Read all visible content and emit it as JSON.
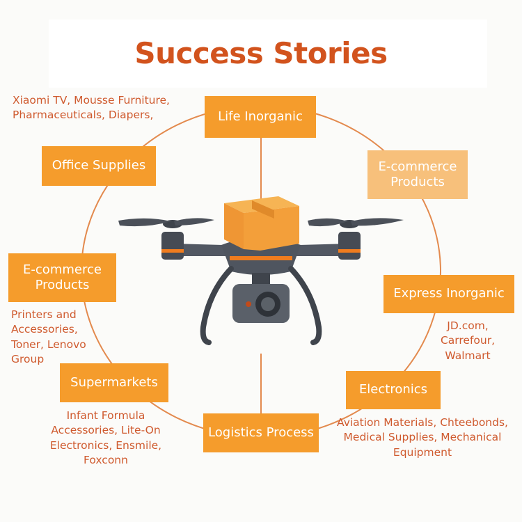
{
  "title": "Success Stories",
  "colors": {
    "title": "#d2531d",
    "box": "#f59c2c",
    "box_light": "#f7c07b",
    "ring": "#e38a4e",
    "note_text": "#cf5a2e",
    "drone_body": "#4b5059",
    "drone_accent": "#f07c1e"
  },
  "nodes": {
    "life_inorganic": "Life Inorganic",
    "office_supplies": "Office Supplies",
    "ecommerce_right": "E-commerce Products",
    "ecommerce_left": "E-commerce Products",
    "express_inorganic": "Express Inorganic",
    "supermarkets": "Supermarkets",
    "electronics": "Electronics",
    "logistics_process": "Logistics Process"
  },
  "notes": {
    "top_left": "Xiaomi TV, Mousse Furniture, Pharmaceuticals, Diapers,",
    "left_middle": "Printers and Accessories, Toner, Lenovo Group",
    "right_middle": "JD.com, Carrefour, Walmart",
    "bottom_left": "Infant Formula Accessories, Lite-On Electronics, Ensmile, Foxconn",
    "bottom_right": "Aviation Materials, Chteebonds, Medical Supplies, Mechanical Equipment"
  },
  "icons": [
    "drone-icon",
    "package-icon",
    "camera-icon"
  ]
}
